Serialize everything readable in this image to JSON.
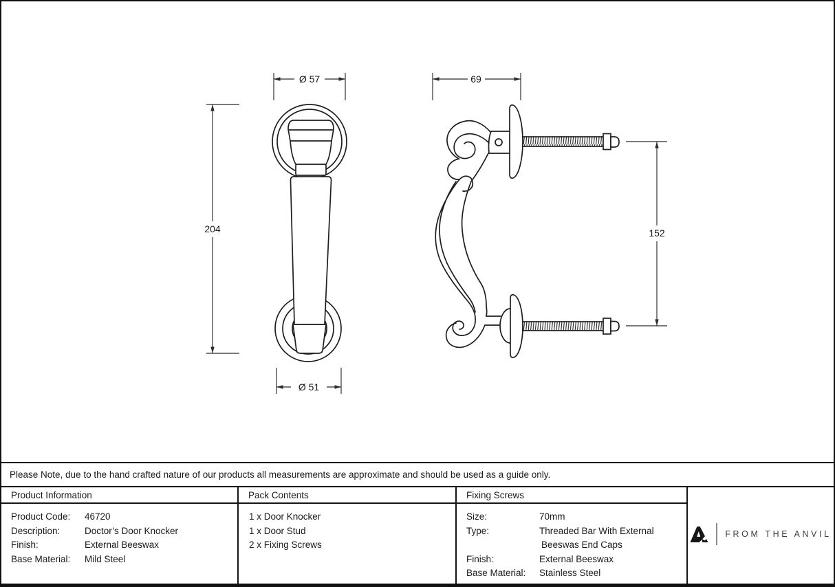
{
  "drawing": {
    "front_view": {
      "dims": {
        "top_diameter": "Ø 57",
        "height": "204",
        "bottom_diameter": "Ø 51"
      }
    },
    "side_view": {
      "dims": {
        "depth": "69",
        "fixing_centres": "152"
      }
    }
  },
  "note": "Please Note, due to the hand crafted nature of our products all measurements are approximate and should be used as a guide only.",
  "table": {
    "product_information": {
      "header": "Product Information",
      "rows": [
        {
          "label": "Product Code:",
          "value": "46720"
        },
        {
          "label": "Description:",
          "value": "Doctor’s Door Knocker"
        },
        {
          "label": "Finish:",
          "value": "External Beeswax"
        },
        {
          "label": "Base Material:",
          "value": "Mild Steel"
        }
      ]
    },
    "pack_contents": {
      "header": "Pack Contents",
      "items": [
        "1 x Door Knocker",
        "1 x Door Stud",
        "2 x Fixing Screws"
      ]
    },
    "fixing_screws": {
      "header": "Fixing Screws",
      "rows": [
        {
          "label": "Size:",
          "value": "70mm"
        },
        {
          "label": "Type:",
          "value": "Threaded Bar With External"
        },
        {
          "label": "",
          "value": "Beeswas End Caps"
        },
        {
          "label": "Finish:",
          "value": "External Beeswax"
        },
        {
          "label": "Base Material:",
          "value": "Stainless Steel"
        }
      ]
    },
    "brand": {
      "name": "FROM THE ANVIL"
    }
  },
  "colors": {
    "line": "#1e1e1e",
    "dimension_line": "#2a2a2a",
    "table_border": "#141414",
    "logo_text": "#3d3d3d"
  }
}
